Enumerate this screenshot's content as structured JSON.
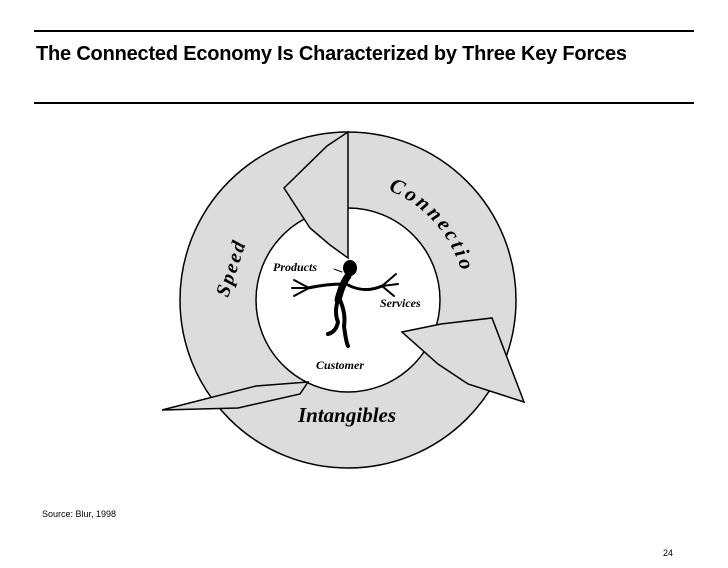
{
  "slide": {
    "title": "The Connected Economy Is Characterized by Three Key Forces",
    "source": "Source: Blur, 1998",
    "page_number": "24"
  },
  "diagram": {
    "forces": {
      "connection": "Connection",
      "speed": "Speed",
      "intangibles": "Intangibles"
    },
    "center": {
      "products": "Products",
      "services": "Services",
      "customer": "Customer"
    },
    "colors": {
      "arrow_fill": "#dcdcdc",
      "outline": "#000000",
      "background": "#ffffff"
    }
  }
}
